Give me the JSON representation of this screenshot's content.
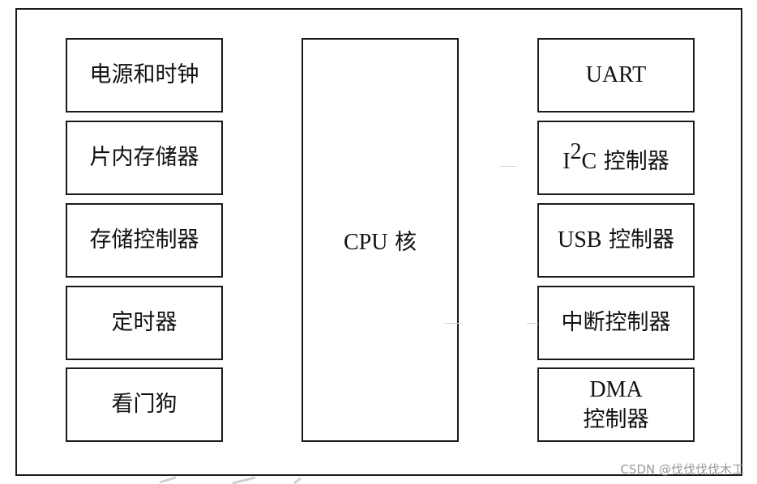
{
  "diagram": {
    "left_column": [
      {
        "label": "电源和时钟"
      },
      {
        "label": "片内存储器"
      },
      {
        "label": "存储控制器"
      },
      {
        "label": "定时器"
      },
      {
        "label": "看门狗"
      }
    ],
    "center": {
      "cpu_latin": "CPU",
      "cpu_cjk": "核"
    },
    "right_column": {
      "uart": "UART",
      "i2c_i": "I",
      "i2c_sup": "2",
      "i2c_c": "C",
      "i2c_suffix": "控制器",
      "usb_latin": "USB",
      "usb_suffix": "控制器",
      "interrupt": "中断控制器",
      "dma_latin": "DMA",
      "dma_suffix": "控制器"
    }
  },
  "watermark": "CSDN @伐伐伐伐木工",
  "colors": {
    "line": "#1a1a1a",
    "watermark": "#9a9a9a"
  }
}
